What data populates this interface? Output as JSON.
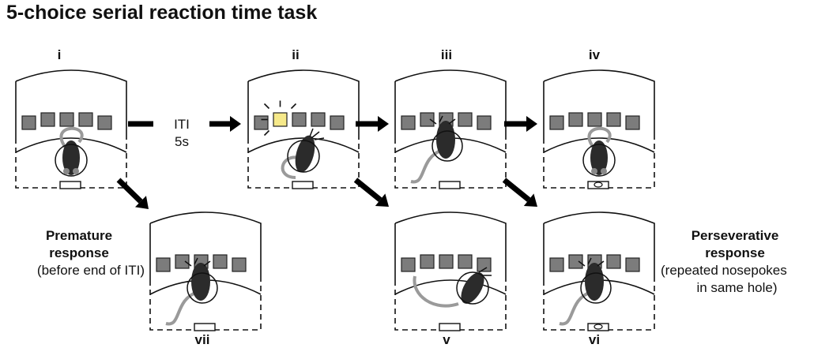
{
  "title": "5-choice serial reaction time task",
  "colors": {
    "hole": "#7c7c7c",
    "lit_hole": "#f6e98a",
    "rat": "#2b2b2b",
    "tail": "#9a9a9a"
  },
  "panels": [
    {
      "id": "i",
      "label": "i",
      "rat_pose": "center-back",
      "lit_hole": false,
      "tray": "empty"
    },
    {
      "id": "ii",
      "label": "ii",
      "rat_pose": "turning",
      "lit_hole": true,
      "tray": "empty"
    },
    {
      "id": "iii",
      "label": "iii",
      "rat_pose": "poking",
      "lit_hole": false,
      "tray": "empty"
    },
    {
      "id": "iv",
      "label": "iv",
      "rat_pose": "center-back",
      "lit_hole": false,
      "tray": "pellet"
    },
    {
      "id": "vii",
      "label": "vii",
      "rat_pose": "poking",
      "lit_hole": false,
      "tray": "empty"
    },
    {
      "id": "v",
      "label": "v",
      "rat_pose": "side",
      "lit_hole": false,
      "tray": "empty"
    },
    {
      "id": "vi",
      "label": "vi",
      "rat_pose": "poking",
      "lit_hole": false,
      "tray": "pellet"
    }
  ],
  "iti_label": {
    "line1": "ITI",
    "line2": "5s"
  },
  "premature": {
    "line1": "Premature",
    "line2": "response",
    "line3": "(before end of ITI)"
  },
  "perseverative": {
    "line1": "Perseverative",
    "line2": "response",
    "line3": "(repeated nosepokes",
    "line4": "in same hole)"
  }
}
